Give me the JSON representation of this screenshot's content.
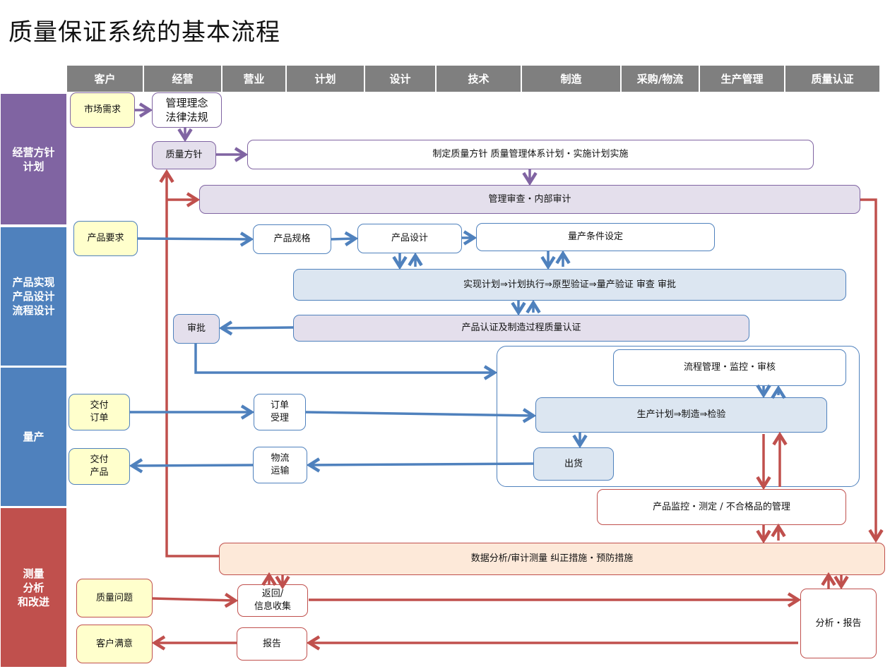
{
  "title": "质量保证系统的基本流程",
  "columns": [
    "客户",
    "经营",
    "营业",
    "计划",
    "设计",
    "技术",
    "制造",
    "采购/物流",
    "生产管理",
    "质量认证"
  ],
  "lanes": [
    {
      "label": "经营方针\n计划",
      "color": "#8064a2"
    },
    {
      "label": "产品实现\n产品设计\n流程设计",
      "color": "#4f81bd"
    },
    {
      "label": "量产",
      "color": "#4f81bd"
    },
    {
      "label": "测量\n分析\n和改进",
      "color": "#c0504d"
    }
  ],
  "nodes": {
    "market_demand": "市场需求",
    "mgmt_philosophy": "管理理念\n法律法规",
    "quality_policy": "质量方针",
    "policy_plan": "制定质量方针  质量管理体系计划・实施计划实施",
    "mgmt_review": "管理审查・内部审计",
    "product_req": "产品要求",
    "product_spec": "产品规格",
    "product_design": "产品设计",
    "mass_cond": "量产条件设定",
    "realization": "实现计划⇒计划执行⇒原型验证⇒量产验证  审查  审批",
    "approval": "审批",
    "certification": "产品认证及制造过程质量认证",
    "process_mgmt": "流程管理・监控・审核",
    "deliver_order": "交付\n订单",
    "order_accept": "订单\n受理",
    "production": "生产计划⇒制造⇒检验",
    "deliver_product": "交付\n产品",
    "logistics": "物流\n运输",
    "shipping": "出货",
    "monitoring": "产品监控・测定  /  不合格品的管理",
    "data_analysis": "数据分析/审计测量  纠正措施・预防措施",
    "quality_issue": "质量问题",
    "feedback": "返回/\n信息收集",
    "analysis_report": "分析・报告",
    "customer_sat": "客户满意",
    "report": "报告"
  },
  "colors": {
    "purple": "#8064a2",
    "blue": "#4f81bd",
    "red": "#c0504d",
    "header": "#7f7f7f"
  }
}
